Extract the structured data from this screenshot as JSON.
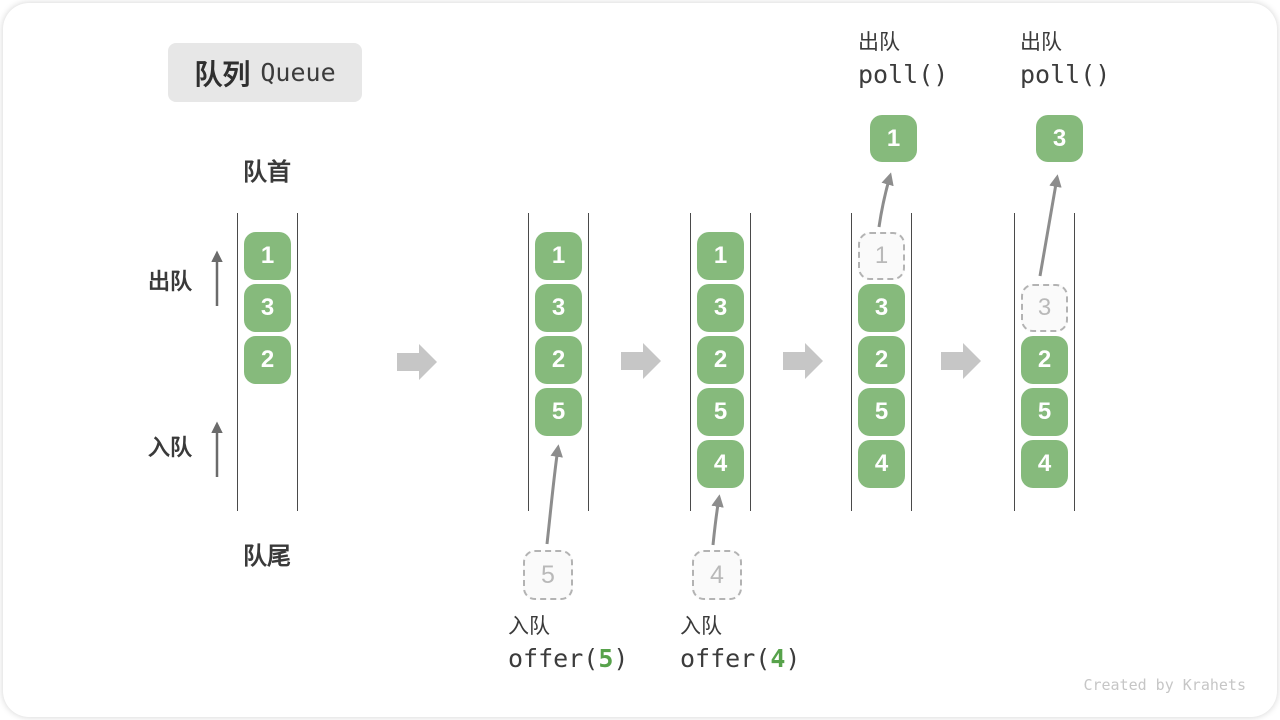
{
  "title": {
    "zh": "队列",
    "en": "Queue"
  },
  "side_labels": {
    "front": "队首",
    "rear": "队尾",
    "dequeue": "出队",
    "enqueue": "入队"
  },
  "columns": [
    {
      "cells": [
        {
          "slot": 0,
          "value": "1",
          "style": "solid"
        },
        {
          "slot": 1,
          "value": "3",
          "style": "solid"
        },
        {
          "slot": 2,
          "value": "2",
          "style": "solid"
        }
      ]
    },
    {
      "cells": [
        {
          "slot": 0,
          "value": "1",
          "style": "solid"
        },
        {
          "slot": 1,
          "value": "3",
          "style": "solid"
        },
        {
          "slot": 2,
          "value": "2",
          "style": "solid"
        },
        {
          "slot": 3,
          "value": "5",
          "style": "solid"
        }
      ],
      "pending": {
        "value": "5"
      },
      "op": {
        "action": "入队",
        "code_pre": "offer(",
        "arg": "5",
        "code_post": ")"
      }
    },
    {
      "cells": [
        {
          "slot": 0,
          "value": "1",
          "style": "solid"
        },
        {
          "slot": 1,
          "value": "3",
          "style": "solid"
        },
        {
          "slot": 2,
          "value": "2",
          "style": "solid"
        },
        {
          "slot": 3,
          "value": "5",
          "style": "solid"
        },
        {
          "slot": 4,
          "value": "4",
          "style": "solid"
        }
      ],
      "pending": {
        "value": "4"
      },
      "op": {
        "action": "入队",
        "code_pre": "offer(",
        "arg": "4",
        "code_post": ")"
      }
    },
    {
      "cells": [
        {
          "slot": 0,
          "value": "1",
          "style": "dashed"
        },
        {
          "slot": 1,
          "value": "3",
          "style": "solid"
        },
        {
          "slot": 2,
          "value": "2",
          "style": "solid"
        },
        {
          "slot": 3,
          "value": "5",
          "style": "solid"
        },
        {
          "slot": 4,
          "value": "4",
          "style": "solid"
        }
      ],
      "polled": {
        "value": "1"
      },
      "op": {
        "action": "出队",
        "code": "poll()"
      }
    },
    {
      "cells": [
        {
          "slot": 1,
          "value": "3",
          "style": "dashed"
        },
        {
          "slot": 2,
          "value": "2",
          "style": "solid"
        },
        {
          "slot": 3,
          "value": "5",
          "style": "solid"
        },
        {
          "slot": 4,
          "value": "4",
          "style": "solid"
        }
      ],
      "polled": {
        "value": "3"
      },
      "op": {
        "action": "出队",
        "code": "poll()"
      }
    }
  ],
  "watermark": "Created by Krahets",
  "colors": {
    "cell_green": "#86ba7c",
    "arg_green": "#57a24b",
    "flow_arrow_gray": "#c6c6c6",
    "pointer_arrow_gray": "#8d8d8d",
    "channel_line": "#4a4a4a",
    "dashed_border": "#b3b3b3",
    "title_bg": "#e7e7e7",
    "watermark_gray": "#c6c6c6"
  }
}
